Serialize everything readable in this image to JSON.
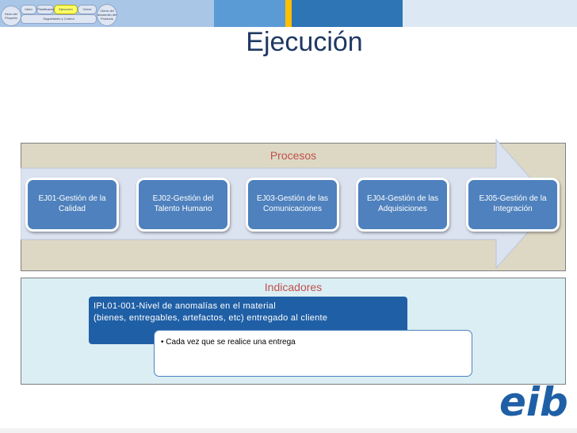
{
  "title": "Ejecución",
  "colors": {
    "band_blue_light": "#5b9bd5",
    "band_blue_dark": "#2e75b6",
    "band_yellow": "#ffc000",
    "process_box": "#4e81bd",
    "indicator_box": "#1f5fa6",
    "label_red": "#c0504d"
  },
  "navigator": {
    "start": "Inicio del Proyecto",
    "steps": [
      "Inicio",
      "Planificación",
      "Ejecución",
      "Cierre"
    ],
    "end": "Cierre del desarrollo del Producto",
    "monitor": "Seguimiento y Control"
  },
  "procesos": {
    "label": "Procesos",
    "items": [
      "EJ01-Gestión de la Calidad",
      "EJ02-Gestión del Talento Humano",
      "EJ03-Gestión de las Comunicaciones",
      "EJ04-Gestión de las Adquisiciones",
      "EJ05-Gestión de la Integración"
    ]
  },
  "indicadores": {
    "label": "Indicadores",
    "indicator_line1": "IPL01-001-Nivel de anomalías en el material",
    "indicator_line2": "(bienes, entregables, artefactos, etc) entregado al cliente",
    "bullet": "• Cada vez que se realice una entrega"
  },
  "logo": {
    "icon": "eib-logo",
    "text": "eib"
  }
}
